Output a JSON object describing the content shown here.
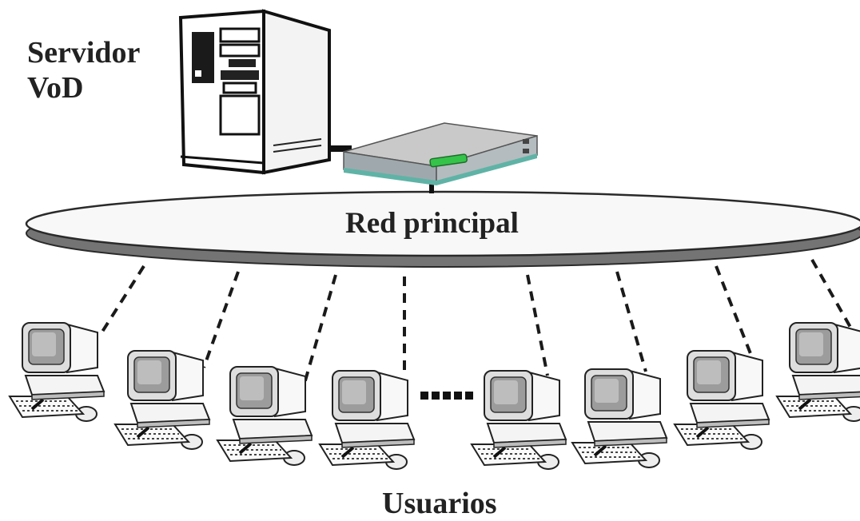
{
  "server": {
    "label_line1": "Servidor",
    "label_line2": "VoD",
    "icon": "server-tower-icon"
  },
  "router": {
    "icon": "router-icon"
  },
  "network": {
    "label": "Red principal"
  },
  "users": {
    "label": "Usuarios",
    "count": 8,
    "icon": "computer-workstation-icon"
  },
  "colors": {
    "ink": "#222222",
    "ring_dark": "#6f6f6f",
    "ring_light": "#f7f7f7",
    "router_green": "#35c34a"
  }
}
